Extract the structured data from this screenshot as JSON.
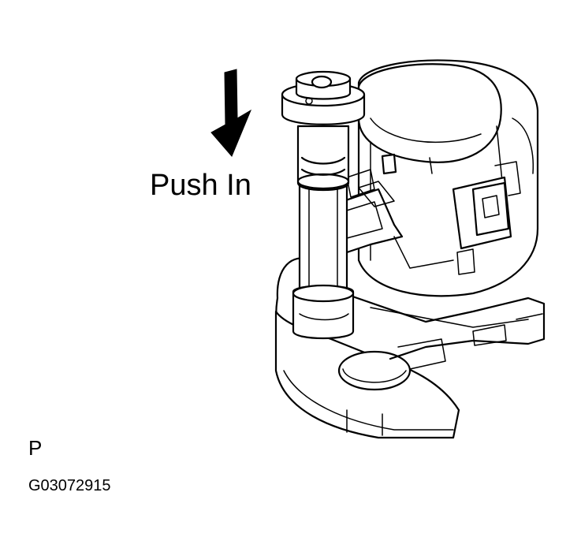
{
  "figure": {
    "callout_text": "Push In",
    "view_letter": "P",
    "figure_code": "G03072915"
  },
  "icons": {
    "arrow": "arrow-down-icon"
  },
  "colors": {
    "line": "#000000",
    "background": "#ffffff"
  }
}
